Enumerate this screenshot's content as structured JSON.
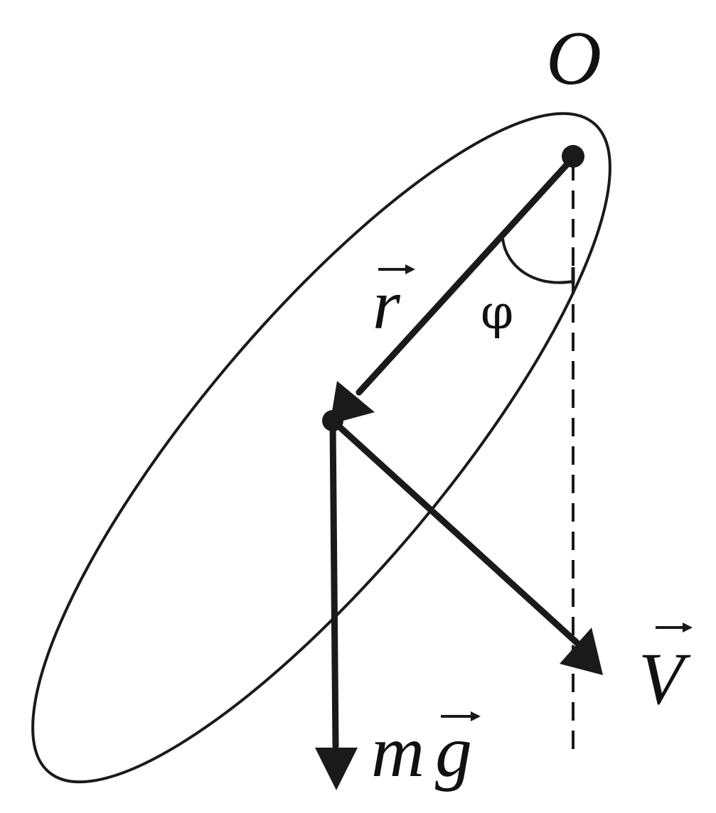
{
  "diagram": {
    "labels": {
      "pivot": "O",
      "radius_vector": "r",
      "angle": "φ",
      "velocity": "V",
      "gravity_mass": "m",
      "gravity_accel": "g"
    },
    "colors": {
      "ink": "#1a1a1a",
      "background": "#ffffff"
    }
  }
}
